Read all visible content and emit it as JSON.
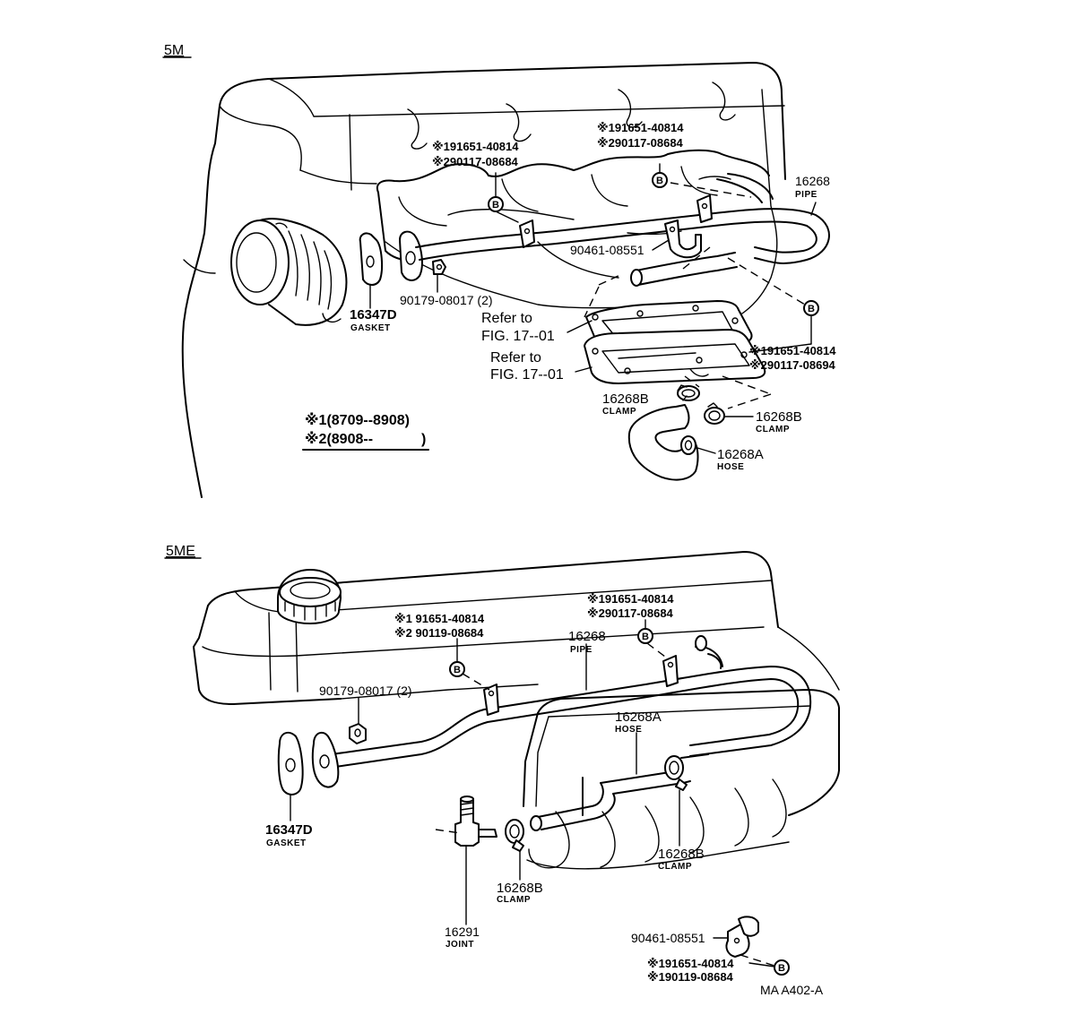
{
  "sections": {
    "top": "5M",
    "bottom": "5ME"
  },
  "top": {
    "callout_left": {
      "line1": "※191651-40814",
      "line2": "※290117-08684"
    },
    "callout_center": {
      "line1": "※191651-40814",
      "line2": "※290117-08684"
    },
    "callout_right": {
      "line1": "※191651-40814",
      "line2": "※290117-08694"
    },
    "pipe": {
      "number": "16268",
      "name": "PIPE"
    },
    "clip": {
      "number": "90461-08551"
    },
    "nut": {
      "number": "90179-08017 (2)"
    },
    "gasket": {
      "number": "16347D",
      "name": "GASKET"
    },
    "refer1": {
      "line1": "Refer to",
      "line2": "FIG. 17--01"
    },
    "refer2": {
      "line1": "Refer to",
      "line2": "FIG. 17--01"
    },
    "clamp1": {
      "number": "16268B",
      "name": "CLAMP"
    },
    "clamp2": {
      "number": "16268B",
      "name": "CLAMP"
    },
    "hose": {
      "number": "16268A",
      "name": "HOSE"
    },
    "legend": {
      "line1": "※1(8709--8908)",
      "line2": "※2(8908--",
      "close": ")"
    }
  },
  "bottom": {
    "callout_left": {
      "line1": "※1 91651-40814",
      "line2": "※2 90119-08684"
    },
    "callout_center": {
      "line1": "※191651-40814",
      "line2": "※290117-08684"
    },
    "pipe": {
      "number": "16268",
      "name": "PIPE"
    },
    "nut": {
      "number": "90179-08017 (2)"
    },
    "hose": {
      "number": "16268A",
      "name": "HOSE"
    },
    "gasket": {
      "number": "16347D",
      "name": "GASKET"
    },
    "clamp_right": {
      "number": "16268B",
      "name": "CLAMP"
    },
    "clamp_left": {
      "number": "16268B",
      "name": "CLAMP"
    },
    "joint": {
      "number": "16291",
      "name": "JOINT"
    },
    "clip": {
      "number": "90461-08551"
    },
    "callout_bottom": {
      "line1": "※191651-40814",
      "line2": "※190119-08684"
    }
  },
  "bolt_marker": "B",
  "figure_code": "MA  A402-A"
}
